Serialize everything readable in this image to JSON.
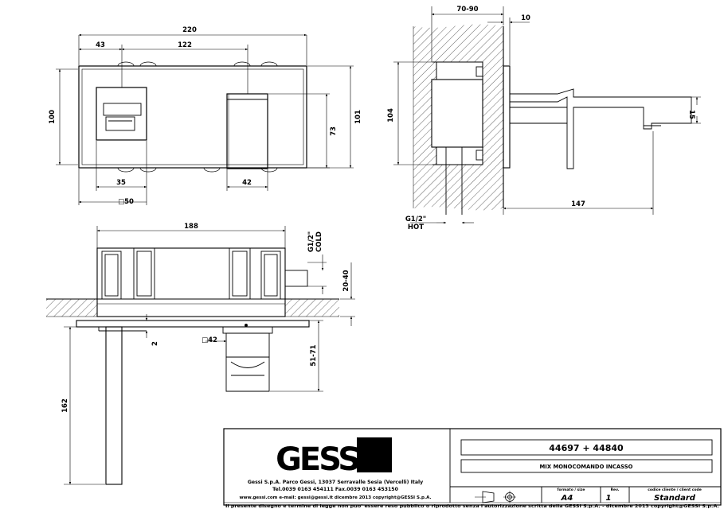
{
  "dimensions": {
    "front_total_width": "220",
    "front_left_offset": "43",
    "front_spacing": "122",
    "front_height": "100",
    "front_handle_width": "35",
    "front_handle_square": "□50",
    "front_spout_width": "42",
    "front_spout_height": "73",
    "front_side_height": "101",
    "side_depth": "70-90",
    "side_thickness": "10",
    "side_height": "104",
    "side_spout_height": "15",
    "side_spout_length": "147",
    "side_hot_thread": "G1/2\"",
    "side_hot_label": "HOT",
    "top_width": "188",
    "top_cold_thread": "G1/2\"",
    "top_cold_label": "COLD",
    "top_wall_range": "20-40",
    "top_gap": "2",
    "top_spout_square": "□42",
    "top_projection": "51-71",
    "top_spout_length": "162"
  },
  "title_block": {
    "brand": "GESSI",
    "company_line": "Gessi S.p.A. Parco Gessi, 13037 Serravalle Sesia (Vercelli) Italy",
    "phone_line": "Tel.0039 0163 454111 Fax.0039 0163 453150",
    "web_line": "www.gessi.com e-mail: gessi@gessi.it dicembre 2013 copyright@GESSI S.p.A.",
    "product_code": "44697 + 44840",
    "product_description": "MIX MONOCOMANDO INCASSO",
    "format_label": "formato / size",
    "format_value": "A4",
    "rev_label": "Rev.",
    "rev_value": "1",
    "client_code_label": "codice cliente / client code",
    "client_code_value": "Standard",
    "disclaimer": "Il presente disegno e termine di legge non puo' essere reso pubblico o riprodotto senza l'autorizzazione scritta della GESSI S.p.A. - dicembre 2013 copyright@GESSI S.p.A."
  },
  "colors": {
    "line": "#000000",
    "background": "#ffffff"
  }
}
